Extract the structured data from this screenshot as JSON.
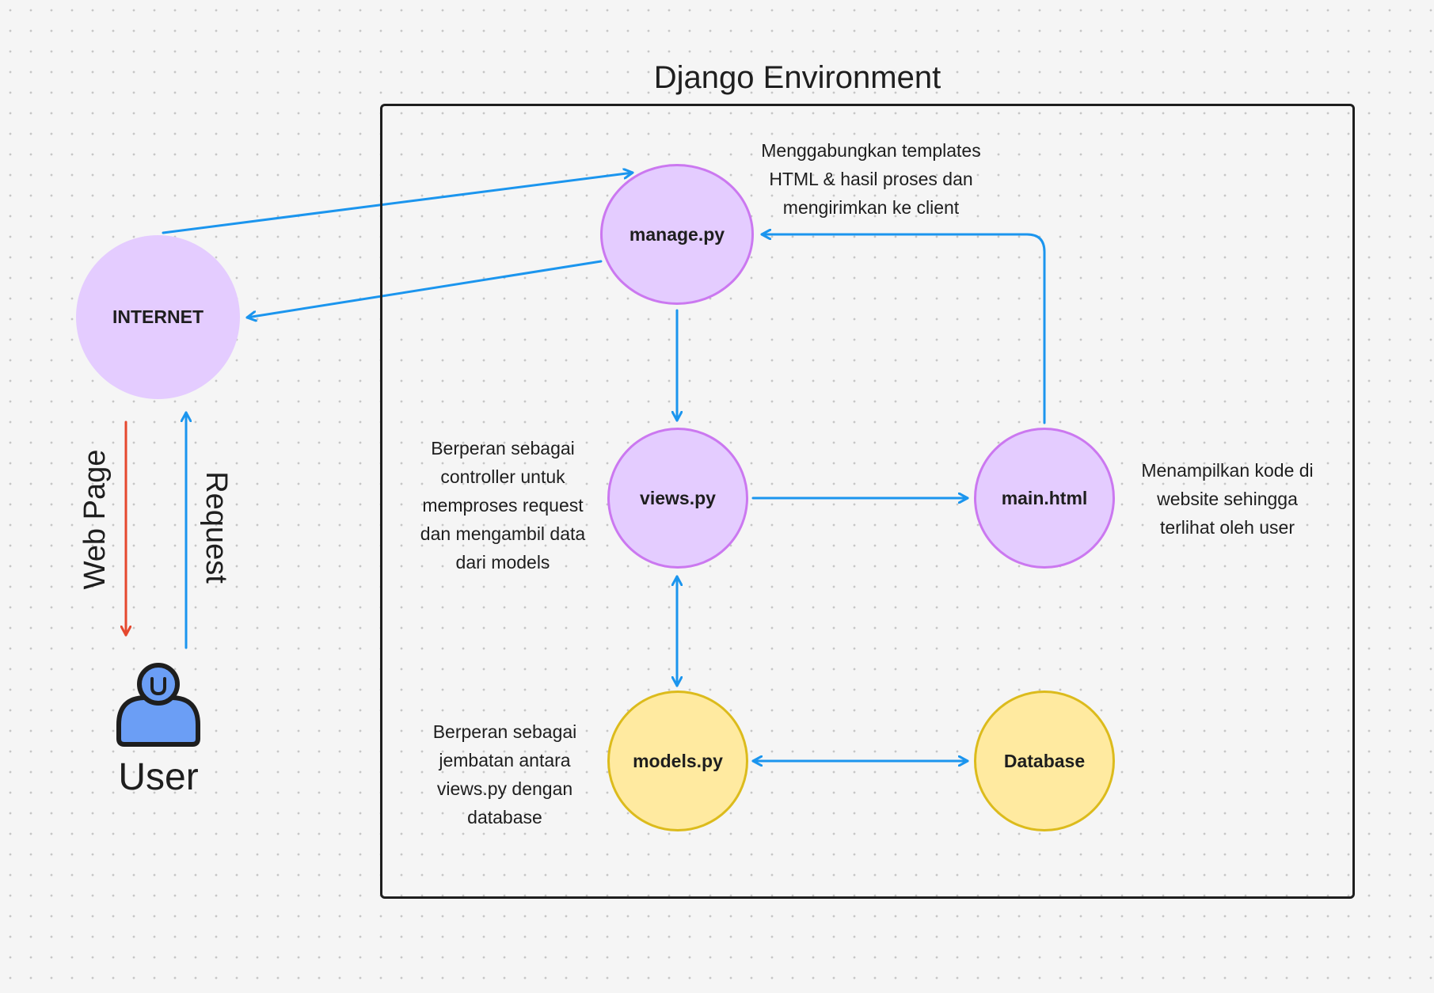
{
  "environment": {
    "title": "Django Environment"
  },
  "nodes": {
    "internet": "INTERNET",
    "manage": "manage.py",
    "views": "views.py",
    "main_html": "main.html",
    "models": "models.py",
    "database": "Database"
  },
  "notes": {
    "manage": "Menggabungkan templates\nHTML & hasil proses dan\nmengirimkan ke client",
    "views": "Berperan sebagai\ncontroller untuk\nmemproses request\ndan mengambil data\ndari models",
    "main_html": "Menampilkan kode di\nwebsite sehingga\nterlihat oleh user",
    "models": "Berperan sebagai\njembatan antara\nviews.py dengan\ndatabase"
  },
  "flow_labels": {
    "web_page": "Web Page",
    "request": "Request"
  },
  "user": {
    "label": "User",
    "icon": "user-icon"
  },
  "colors": {
    "arrow_blue": "#1b95ee",
    "arrow_red": "#e5482e",
    "node_purple_fill": "#e4ccff",
    "node_purple_border": "#cb78f0",
    "node_yellow_fill": "#ffeaa0",
    "node_yellow_border": "#dcbb1c",
    "user_blue": "#6b9ef5"
  }
}
